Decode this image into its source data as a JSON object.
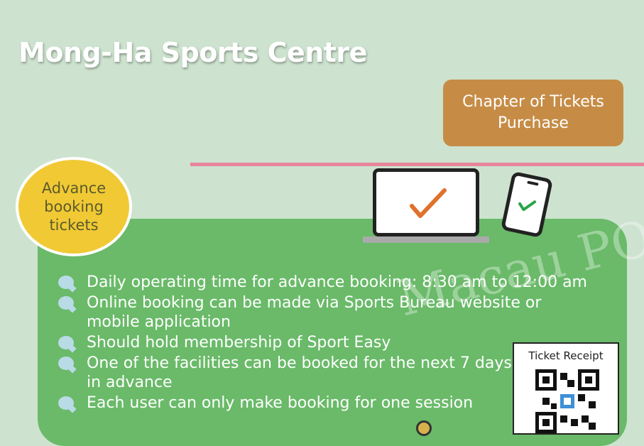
{
  "header": {
    "title": "Mong-Ha Sports Centre"
  },
  "chapter_box": {
    "line1": "Chapter of Tickets",
    "line2": "Purchase"
  },
  "badge": {
    "line1": "Advance",
    "line2": "booking",
    "line3": "tickets"
  },
  "bullets": [
    "Daily operating time for advance booking: 8:30 am to 12:00 am",
    "Online booking can be made via Sports Bureau website or mobile application",
    "Should hold membership of Sport Easy",
    "One of the facilities can be booked for the next 7 days in advance",
    "Each user can only make booking for one session"
  ],
  "receipt": {
    "title": "Ticket Receipt"
  },
  "watermark": {
    "text": "Macau POST"
  },
  "colors": {
    "background": "#cde3cf",
    "panel": "#6aba69",
    "chapter": "#c68c46",
    "badge": "#f1c934",
    "line": "#e8849c"
  }
}
